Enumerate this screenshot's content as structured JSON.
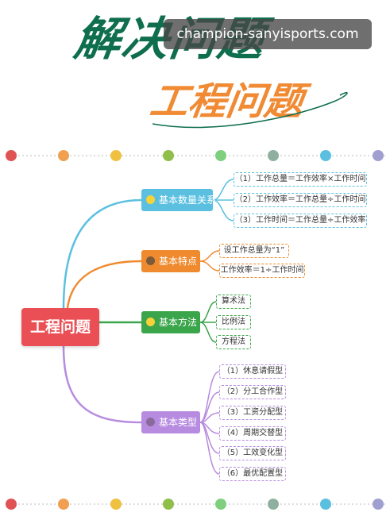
{
  "header": {
    "title": "解决问题",
    "subtitle": "工程问题",
    "watermark": "champion-sanyisports.com"
  },
  "mindmap": {
    "root": "工程问题",
    "branches": [
      {
        "label": "基本数量关系",
        "color": "#5bc0e0",
        "leaves": [
          "（1）工作总量＝工作效率×工作时间",
          "（2）工作效率＝工作总量÷工作时间",
          "（3）工作时间＝工作总量÷工作效率"
        ]
      },
      {
        "label": "基本特点",
        "color": "#ef8a2e",
        "leaves": [
          "设工作总量为“1”",
          "工作效率＝1÷工作时间"
        ]
      },
      {
        "label": "基本方法",
        "color": "#3aa54a",
        "leaves": [
          "算术法",
          "比例法",
          "方程法"
        ]
      },
      {
        "label": "基本类型",
        "color": "#b78be0",
        "leaves": [
          "（1）休息请假型",
          "（2）分工合作型",
          "（3）工资分配型",
          "（4）周期交替型",
          "（5）工效变化型",
          "（6）最优配置型"
        ]
      }
    ]
  },
  "dot_colors": [
    "#e05355",
    "#f0a050",
    "#f0c040",
    "#8fbf4a",
    "#7fcf7f",
    "#8fb0a0",
    "#5bbfe0",
    "#a0a0d0"
  ]
}
